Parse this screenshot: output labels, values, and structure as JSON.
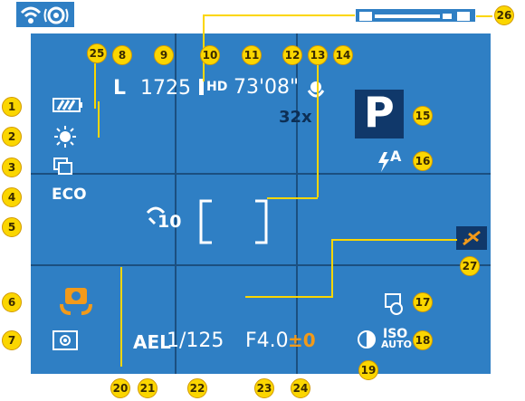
{
  "icons": {
    "wifi": "wifi-icon",
    "stabilizer": "image-stabilizer-icon",
    "battery": "battery-icon",
    "white_balance": "daylight-icon",
    "drive": "continuous-shooting-icon",
    "self_timer": "self-timer-icon",
    "camera_shake": "camera-shake-icon",
    "metering": "metering-icon",
    "macro": "macro-icon",
    "flash": "flash-icon",
    "scene": "airplane-icon",
    "date_stamp": "date-stamp-icon",
    "i_contrast": "i-contrast-icon",
    "zoom_bar": "zoom-bar-icon"
  },
  "display": {
    "image_size": "L",
    "shots": "1725",
    "movie_quality": "HD",
    "rec_time": "73'08\"",
    "zoom": "32x",
    "mode": "P",
    "flash_auto": "A",
    "eco": "ECO",
    "timer_value": "10",
    "ael": "AEL",
    "shutter": "1/125",
    "aperture": "F4.0",
    "exposure": "±0",
    "iso_top": "ISO",
    "iso_bottom": "AUTO"
  },
  "callouts": [
    "1",
    "2",
    "3",
    "4",
    "5",
    "6",
    "7",
    "8",
    "9",
    "10",
    "11",
    "12",
    "13",
    "14",
    "15",
    "16",
    "17",
    "18",
    "19",
    "20",
    "21",
    "22",
    "23",
    "24",
    "25",
    "26",
    "27"
  ],
  "colors": {
    "screen": "#2f7fc4",
    "callout": "#fbd600",
    "grid": "#1b4f80"
  }
}
